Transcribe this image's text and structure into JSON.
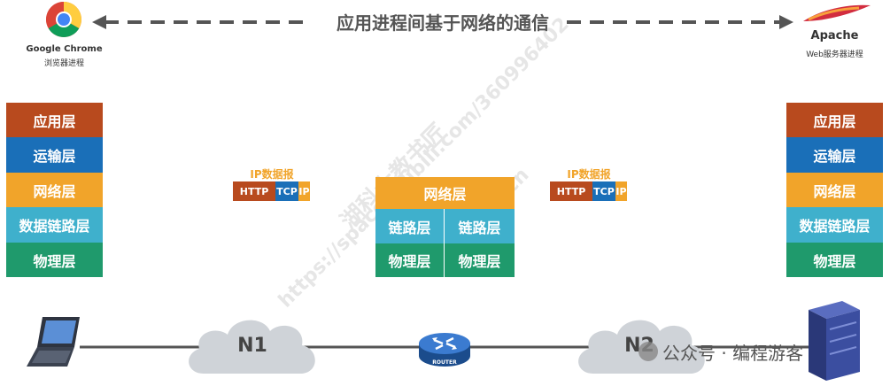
{
  "title": "应用进程间基于网络的通信",
  "left_host": {
    "app_name": "Google Chrome",
    "app_desc": "浏览器进程",
    "layers": [
      "应用层",
      "运输层",
      "网络层",
      "数据链路层",
      "物理层"
    ]
  },
  "right_host": {
    "app_name": "Apache",
    "app_desc": "Web服务器进程",
    "layers": [
      "应用层",
      "运输层",
      "网络层",
      "数据链路层",
      "物理层"
    ]
  },
  "router_stack": {
    "network": "网络层",
    "link_left": "链路层",
    "link_right": "链路层",
    "phy_left": "物理层",
    "phy_right": "物理层"
  },
  "packets": [
    {
      "label": "IP数据报",
      "http": "HTTP",
      "tcp": "TCP",
      "ip": "IP"
    },
    {
      "label": "IP数据报",
      "http": "HTTP",
      "tcp": "TCP",
      "ip": "IP"
    }
  ],
  "networks": [
    "N1",
    "N2"
  ],
  "router_text": "ROUTER",
  "watermarks": [
    "湖科大教书匠",
    "https://space.bilibili.com/360996402",
    "hnust.edu.cn"
  ],
  "footer": "公众号 · 编程游客",
  "colors": {
    "app": "#b84a1e",
    "transport": "#1a6fb8",
    "network": "#f1a42a",
    "link": "#3fb0cc",
    "physical": "#1f9a6c"
  }
}
